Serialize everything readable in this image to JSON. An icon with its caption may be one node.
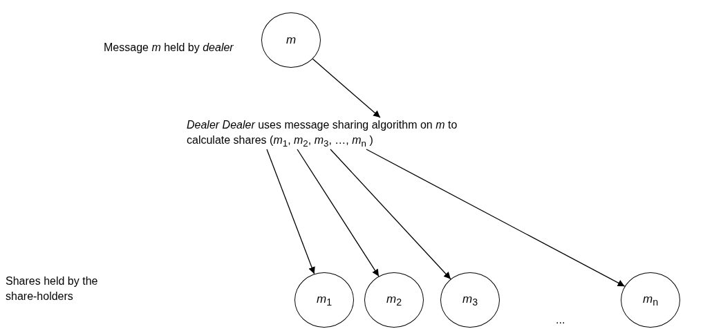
{
  "diagram": {
    "nodes": [
      {
        "text": [
          "*m*"
        ]
      },
      {
        "text": [
          "*Dealer Dealer* uses message sharing algorithm on *m* to calculate shares (*m*$_{1}$, *m*$_{2}$, *m*$_{3}$, …, *m*$_{n}$ )"
        ]
      },
      {
        "text": [
          "*m*$_{1}$"
        ]
      },
      {
        "text": [
          "*m*$_{2}$"
        ]
      },
      {
        "text": [
          "*m*$_{3}$"
        ]
      },
      {
        "text": [
          "*m*$_{n}$"
        ]
      }
    ],
    "edges": [
      {
        "from": 0,
        "to": 1,
        "arrow": "to"
      },
      {
        "from": 1,
        "to": 2,
        "arrow": "to"
      },
      {
        "from": 1,
        "to": 3,
        "arrow": "to"
      },
      {
        "from": 1,
        "to": 4,
        "arrow": "to"
      },
      {
        "from": 1,
        "to": 5,
        "arrow": "to"
      }
    ],
    "labels": [
      "Message *m* held by *dealer*",
      "Shares held by the share-holders",
      "..."
    ]
  }
}
